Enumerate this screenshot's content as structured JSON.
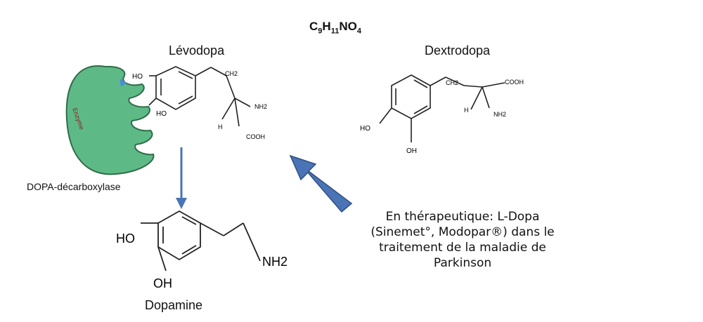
{
  "formula": {
    "main": "C",
    "sub1": "9",
    "mid1": "H",
    "sub2": "11",
    "mid2": "NO",
    "sub3": "4"
  },
  "levodopa": {
    "title": "Lévodopa",
    "atoms": {
      "ho_top": "HO",
      "ho_bottom": "HO",
      "ch2": "CH2",
      "nh2": "NH2",
      "h": "H",
      "cooh": "COOH"
    }
  },
  "dextrodopa": {
    "title": "Dextrodopa",
    "atoms": {
      "ch2": "CH2",
      "cooh": "COOH",
      "h": "H",
      "nh2": "NH2",
      "ho": "HO",
      "oh": "OH"
    }
  },
  "enzyme": {
    "name": "DOPA-décarboxylase",
    "label": "Enzyme"
  },
  "dopamine": {
    "title": "Dopamine",
    "atoms": {
      "ho": "HO",
      "oh": "OH",
      "nh2": "NH2"
    }
  },
  "callout": {
    "line1": "En thérapeutique: L-Dopa",
    "line2": "(Sinemet°, Modopar®) dans le",
    "line3": "traitement de la maladie de",
    "line4": "Parkinson"
  },
  "colors": {
    "arrow": "#4a74b5",
    "enzyme_fill": "#5dba86",
    "enzyme_stroke": "#2f6b47",
    "notch": "#4a8ed6"
  }
}
